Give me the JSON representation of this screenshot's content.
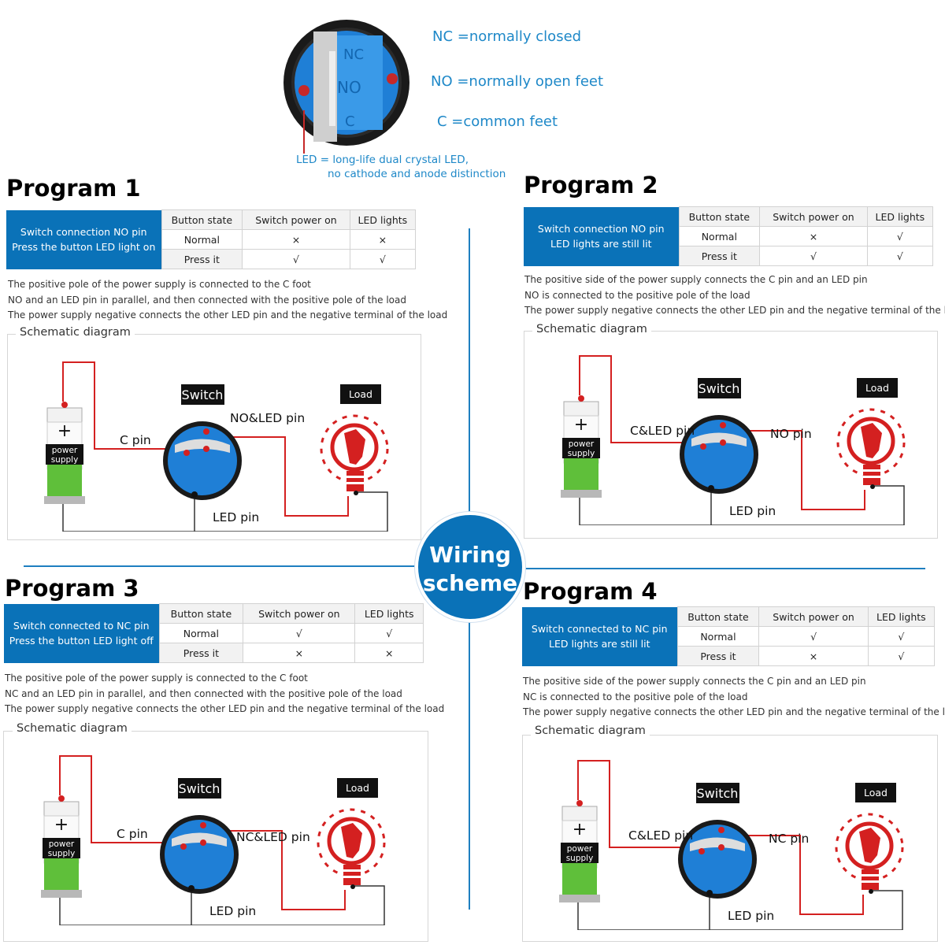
{
  "legend": {
    "nc": "NC =normally closed",
    "no": "NO =normally open feet",
    "c": "C =common feet",
    "led_line1": "LED = long-life dual crystal LED,",
    "led_line2": "no cathode and anode distinction",
    "pin_labels": [
      "NC",
      "NO",
      "C"
    ]
  },
  "center": {
    "line1": "Wiring",
    "line2": "scheme"
  },
  "table_headers": {
    "state": "Button state",
    "power": "Switch power on",
    "led": "LED lights",
    "normal": "Normal",
    "press": "Press it"
  },
  "schematic_label": "Schematic diagram",
  "symbols": {
    "check": "√",
    "cross": "×"
  },
  "common": {
    "switch": "Switch",
    "load": "Load",
    "power1": "power",
    "power2": "supply",
    "plus": "+"
  },
  "programs": [
    {
      "title": "Program 1",
      "blue1": "Switch connection NO pin",
      "blue2": "Press the button LED light on",
      "normal_power": "×",
      "normal_led": "×",
      "press_power": "√",
      "press_led": "√",
      "desc1": "The positive pole of the power supply is connected to the C foot",
      "desc2": "NO and an LED pin in parallel, and then connected with the positive pole of the load",
      "desc3": "The power supply negative connects the other LED pin and the negative terminal of the load",
      "left_pin": "C pin",
      "right_pin": "NO&LED pin",
      "bottom_pin": "LED pin"
    },
    {
      "title": "Program 2",
      "blue1": "Switch connection NO pin",
      "blue2": "LED lights are still lit",
      "normal_power": "×",
      "normal_led": "√",
      "press_power": "√",
      "press_led": "√",
      "desc1": "The positive side of the power supply connects the C pin and an LED pin",
      "desc2": "NO is connected to the positive pole of the load",
      "desc3": "The power supply negative connects the other LED pin and the negative terminal of the load",
      "left_pin": "C&LED pin",
      "right_pin": "NO pin",
      "bottom_pin": "LED pin"
    },
    {
      "title": "Program 3",
      "blue1": "Switch connected to NC pin",
      "blue2": "Press the button LED light off",
      "normal_power": "√",
      "normal_led": "√",
      "press_power": "×",
      "press_led": "×",
      "desc1": "The positive pole of the power supply is connected to the C foot",
      "desc2": "NC and an LED pin in parallel, and then connected with the positive pole of the load",
      "desc3": "The power supply negative connects the other LED pin and the negative terminal of the load",
      "left_pin": "C pin",
      "right_pin": "NC&LED pin",
      "bottom_pin": "LED pin"
    },
    {
      "title": "Program 4",
      "blue1": "Switch connected to NC pin",
      "blue2": "LED lights are still lit",
      "normal_power": "√",
      "normal_led": "√",
      "press_power": "×",
      "press_led": "√",
      "desc1": "The positive side of the power supply connects the C pin and an LED pin",
      "desc2": "NC is connected to the positive pole of the load",
      "desc3": "The power supply negative connects the other LED pin and the negative terminal of the load",
      "left_pin": "C&LED pin",
      "right_pin": "NC pin",
      "bottom_pin": "LED pin"
    }
  ],
  "colors": {
    "blue": "#0a72b8",
    "wire": "#d42020",
    "accent_text": "#1e88c8"
  }
}
